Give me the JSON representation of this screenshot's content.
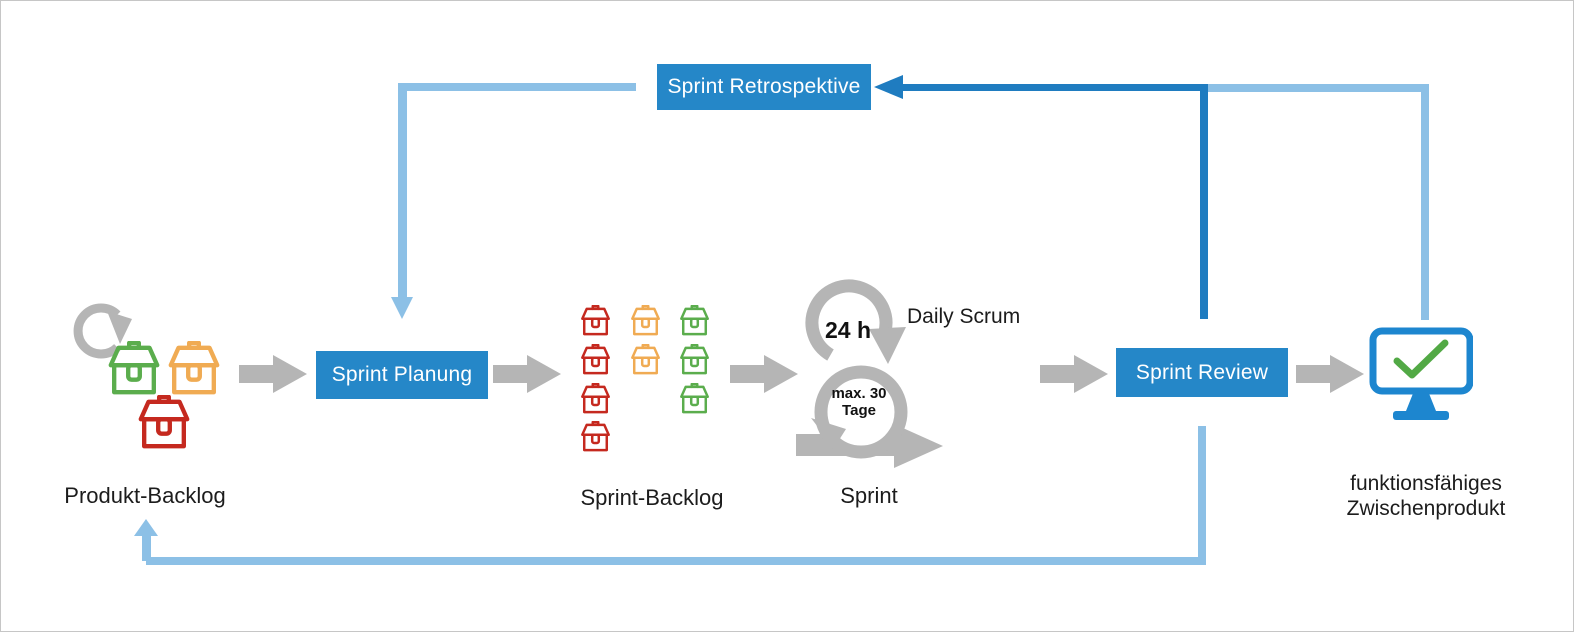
{
  "diagram": {
    "buttons": {
      "sprint_retrospektive": "Sprint Retrospektive",
      "sprint_planung": "Sprint Planung",
      "sprint_review": "Sprint Review"
    },
    "labels": {
      "produkt_backlog": "Produkt-Backlog",
      "sprint_backlog": "Sprint-Backlog",
      "sprint": "Sprint",
      "daily_scrum": "Daily Scrum",
      "daily_duration": "24 h",
      "sprint_duration_line1": "max. 30",
      "sprint_duration_line2": "Tage",
      "result_line1": "funktionsfähiges",
      "result_line2": "Zwischenprodukt"
    },
    "colors": {
      "button_blue": "#2587c8",
      "dark_blue": "#1f7cc0",
      "light_blue": "#8cc0e6",
      "gray": "#b5b5b5",
      "box_green": "#5bad4d",
      "box_orange": "#f0ab53",
      "box_red": "#c5291f",
      "monitor_blue": "#1d86cf",
      "check_green": "#52a945",
      "text": "#1c1c1c"
    },
    "product_backlog_boxes": [
      "green",
      "orange",
      "red"
    ],
    "sprint_backlog_grid": [
      [
        "red",
        "orange",
        "green"
      ],
      [
        "red",
        "orange",
        "green"
      ],
      [
        "red",
        null,
        "green"
      ],
      [
        "red",
        null,
        null
      ]
    ]
  }
}
